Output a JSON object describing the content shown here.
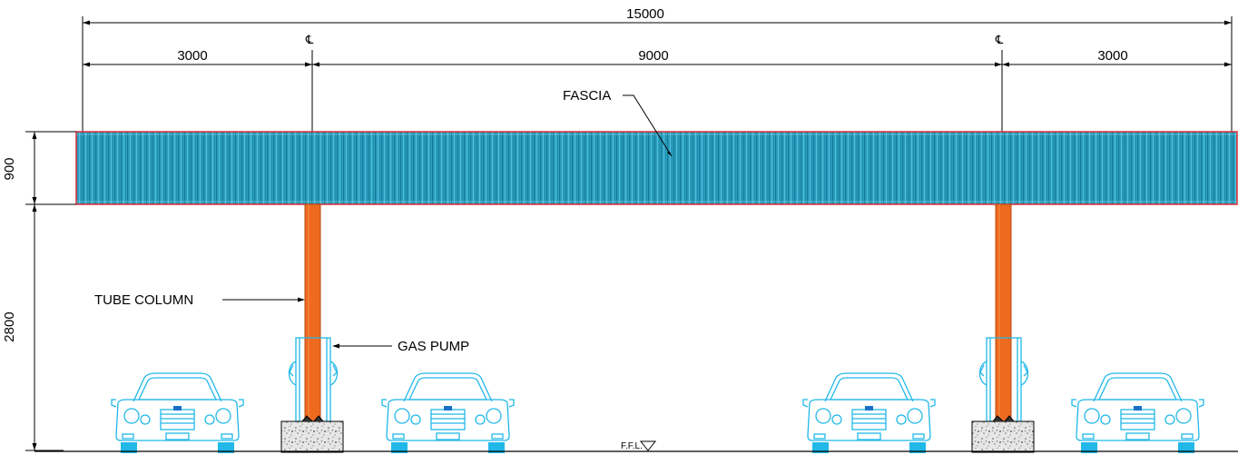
{
  "dimensions": {
    "overall_width": "15000",
    "left_overhang": "3000",
    "center_span": "9000",
    "right_overhang": "3000",
    "fascia_height": "900",
    "column_height": "2800"
  },
  "labels": {
    "fascia": "FASCIA",
    "tube_column": "TUBE COLUMN",
    "gas_pump": "GAS PUMP",
    "floor_level": "F.F.L."
  },
  "symbols": {
    "centerline_left": "℄",
    "centerline_right": "℄"
  },
  "colors": {
    "fascia_fill": "#2aa3c4",
    "fascia_outline": "#e0303a",
    "column_fill": "#ee6a1f",
    "car_stroke": "#20b8e8",
    "footing_fill": "#d9d9d9"
  }
}
